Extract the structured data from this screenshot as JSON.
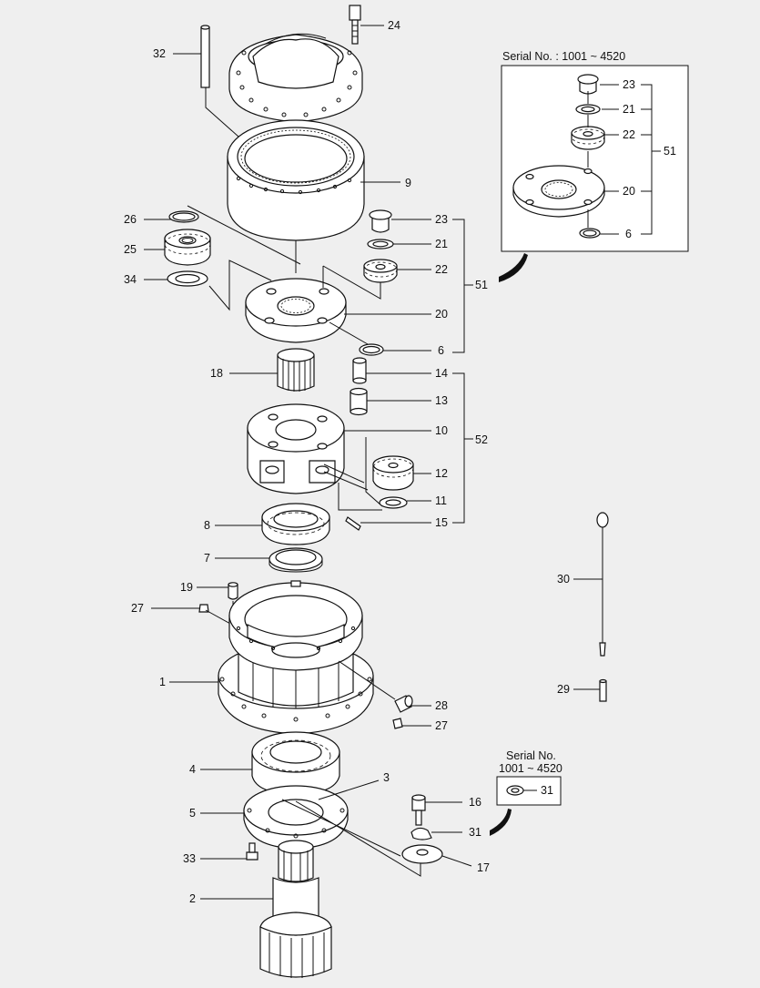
{
  "diagram": {
    "callouts": {
      "c24": "24",
      "c32": "32",
      "c9": "9",
      "c26": "26",
      "c25": "25",
      "c34": "34",
      "c23": "23",
      "c21": "21",
      "c22": "22",
      "c20": "20",
      "c6": "6",
      "c51": "51",
      "c18": "18",
      "c14": "14",
      "c13": "13",
      "c10": "10",
      "c52": "52",
      "c12": "12",
      "c11": "11",
      "c15": "15",
      "c8": "8",
      "c7": "7",
      "c19": "19",
      "c27a": "27",
      "c1": "1",
      "c28": "28",
      "c27b": "27",
      "c4": "4",
      "c3": "3",
      "c5": "5",
      "c33": "33",
      "c2": "2",
      "c16": "16",
      "c31b": "31",
      "c17": "17",
      "c30": "30",
      "c29": "29"
    },
    "inset_top": {
      "title": "Serial No. : 1001 ~ 4520",
      "callouts": {
        "c23": "23",
        "c21": "21",
        "c22": "22",
        "c51": "51",
        "c20": "20",
        "c6": "6"
      }
    },
    "inset_bottom": {
      "title_line1": "Serial No.",
      "title_line2": "1001 ~ 4520",
      "callout": "31"
    }
  }
}
